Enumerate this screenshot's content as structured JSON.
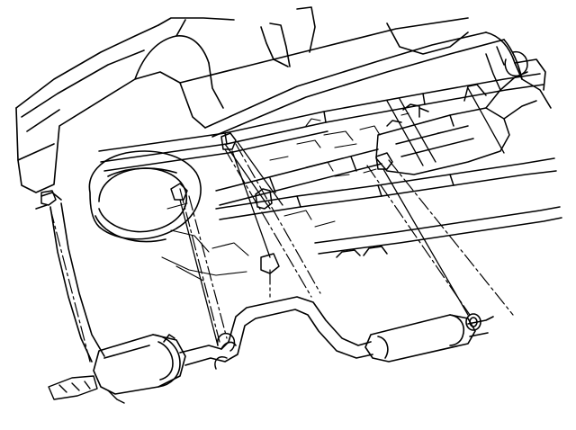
{
  "diagram": {
    "type": "line-art",
    "colors": {
      "ink": "#000000",
      "paper": "#ffffff"
    },
    "parts": [
      "vehicle-underbody",
      "frame-rail-left",
      "frame-rail-right",
      "spare-tire",
      "driveshaft",
      "transmission",
      "exhaust-pipe-front",
      "catalytic-converter",
      "intermediate-pipe",
      "muffler",
      "tailpipe",
      "tailpipe-tip",
      "exhaust-hangers",
      "leader-lines"
    ]
  }
}
